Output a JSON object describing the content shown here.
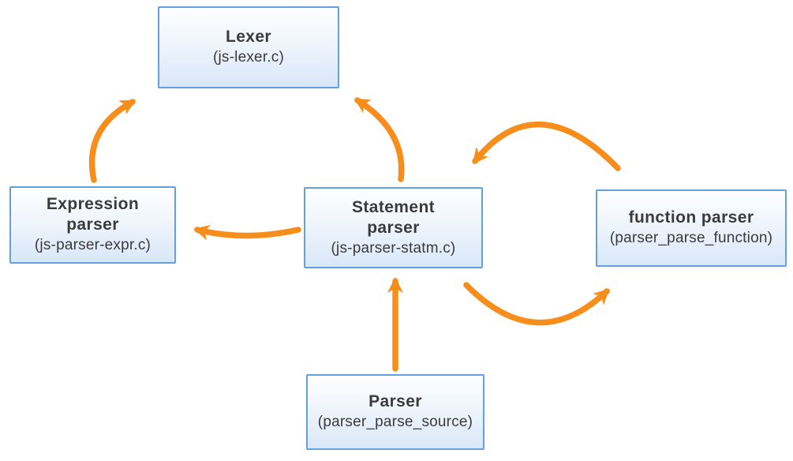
{
  "colors": {
    "arrow": "#f78e1c",
    "node_border": "#62a0df",
    "node_fill_top": "#fefeff",
    "node_fill_mid": "#eff5fc",
    "node_fill_bottom": "#d9e7f8",
    "text": "#3b3b3b"
  },
  "nodes": {
    "lexer": {
      "title_lines": [
        "Lexer"
      ],
      "subtitle": "(js-lexer.c)"
    },
    "expression_parser": {
      "title_lines": [
        "Expression",
        "parser"
      ],
      "subtitle": "(js-parser-expr.c)"
    },
    "statement_parser": {
      "title_lines": [
        "Statement",
        "parser"
      ],
      "subtitle": "(js-parser-statm.c)"
    },
    "function_parser": {
      "title_lines": [
        "function parser"
      ],
      "subtitle": "(parser_parse_function)"
    },
    "parser": {
      "title_lines": [
        "Parser"
      ],
      "subtitle": "(parser_parse_source)"
    }
  },
  "edges": [
    {
      "from": "expression-parser",
      "to": "lexer"
    },
    {
      "from": "statement-parser",
      "to": "lexer"
    },
    {
      "from": "statement-parser",
      "to": "expression-parser"
    },
    {
      "from": "function-parser",
      "to": "statement-parser"
    },
    {
      "from": "statement-parser",
      "to": "function-parser"
    },
    {
      "from": "parser",
      "to": "statement-parser"
    }
  ]
}
